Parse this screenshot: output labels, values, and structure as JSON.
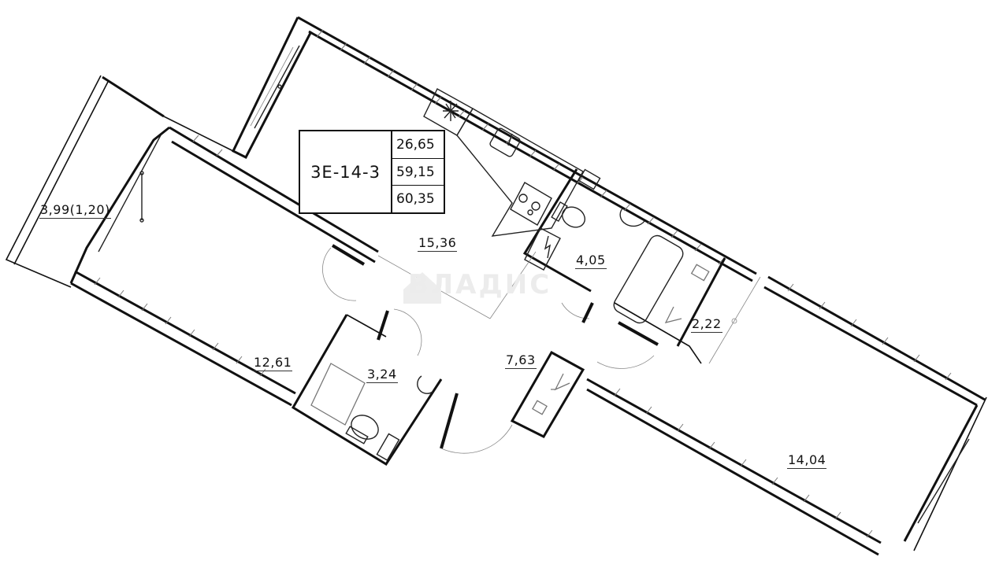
{
  "plan": {
    "apartment_code": "3E-14-3",
    "areas": {
      "living": "26,65",
      "total": "59,15",
      "total_with_balcony": "60,35"
    }
  },
  "rooms": [
    {
      "id": "balcony",
      "label": "3,99(1,20)"
    },
    {
      "id": "kitchen-living",
      "label": "15,36"
    },
    {
      "id": "bathroom",
      "label": "4,05"
    },
    {
      "id": "wardrobe",
      "label": "2,22"
    },
    {
      "id": "bedroom-left",
      "label": "12,61"
    },
    {
      "id": "wc",
      "label": "3,24"
    },
    {
      "id": "hallway",
      "label": "7,63"
    },
    {
      "id": "bedroom-right",
      "label": "14,04"
    }
  ],
  "watermark": "ВЛАДИС",
  "colors": {
    "line": "#111111",
    "hatch": "#777777",
    "background": "#ffffff",
    "watermark": "#ececec"
  }
}
